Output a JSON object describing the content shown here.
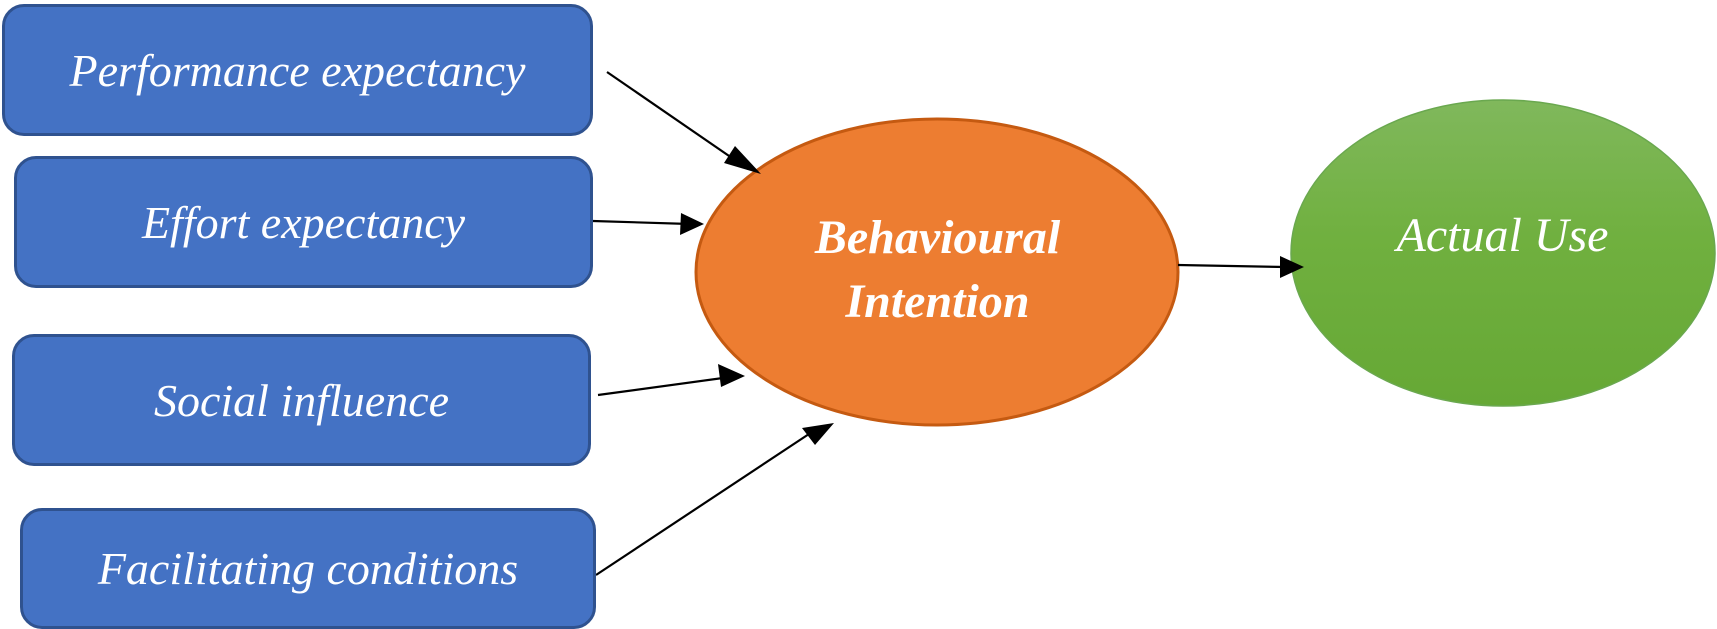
{
  "diagram": {
    "inputs": [
      {
        "id": "performance",
        "label": "Performance expectancy"
      },
      {
        "id": "effort",
        "label": "Effort expectancy"
      },
      {
        "id": "social",
        "label": "Social influence"
      },
      {
        "id": "facilitating",
        "label": "Facilitating conditions"
      }
    ],
    "intention": {
      "line1": "Behavioural",
      "line2": "Intention"
    },
    "outcome": {
      "label": "Actual Use"
    },
    "colors": {
      "input_fill": "#4472c4",
      "input_border": "#2f528f",
      "intention_fill": "#ed7d31",
      "intention_border": "#c55a11",
      "outcome_fill_top": "#7fb75a",
      "outcome_fill_bottom": "#6aab3a",
      "arrow": "#000000",
      "text": "#ffffff"
    }
  }
}
